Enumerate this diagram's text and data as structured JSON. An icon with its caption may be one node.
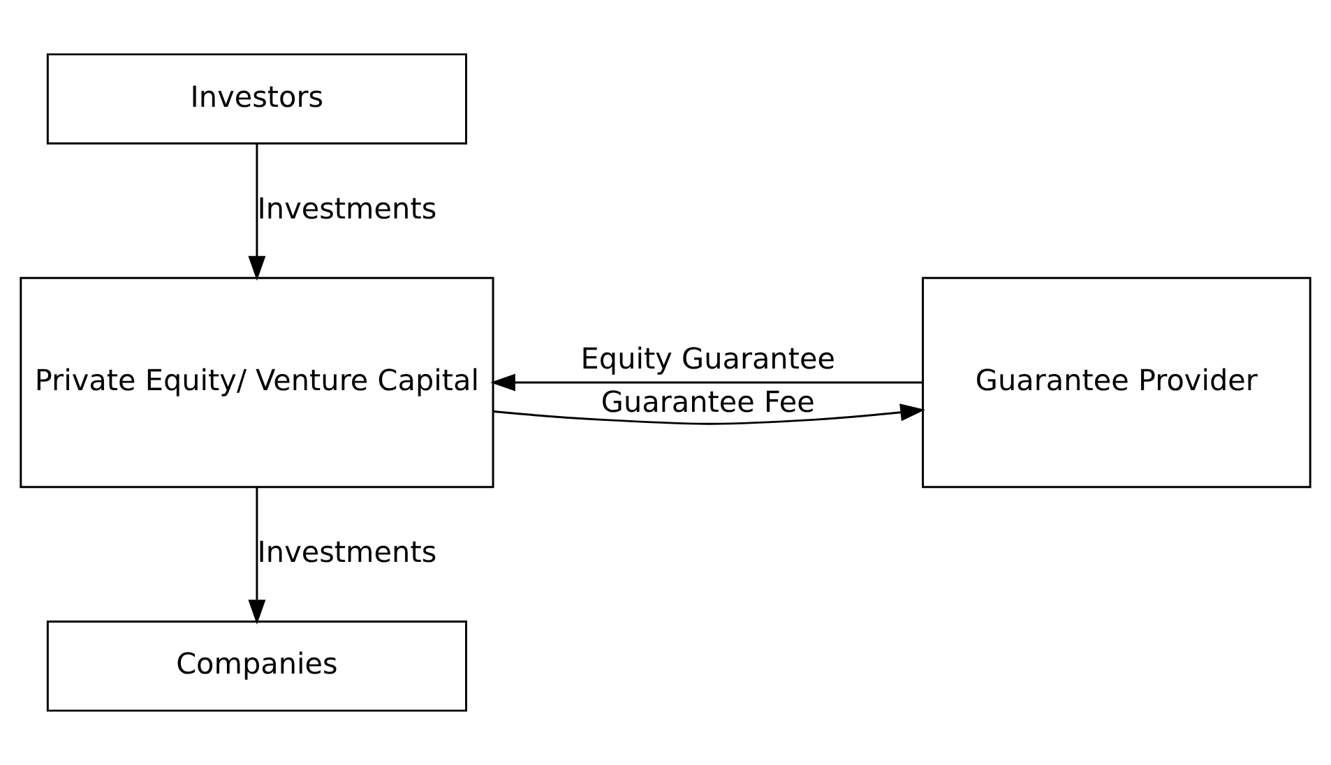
{
  "diagram": {
    "nodes": [
      {
        "text": [
          "Investors"
        ]
      },
      {
        "text": [
          "Private Equity/ Venture Capital"
        ]
      },
      {
        "text": [
          "Guarantee Provider"
        ]
      },
      {
        "text": [
          "Companies"
        ]
      }
    ],
    "edges": [
      {
        "from": 0,
        "to": 1,
        "arrow": "to",
        "label": "Investments"
      },
      {
        "from": 2,
        "to": 1,
        "arrow": "to",
        "label": "Equity Guarantee"
      },
      {
        "from": 1,
        "to": 2,
        "arrow": "to",
        "label": "Guarantee Fee"
      },
      {
        "from": 1,
        "to": 3,
        "arrow": "to",
        "label": "Investments"
      }
    ]
  }
}
